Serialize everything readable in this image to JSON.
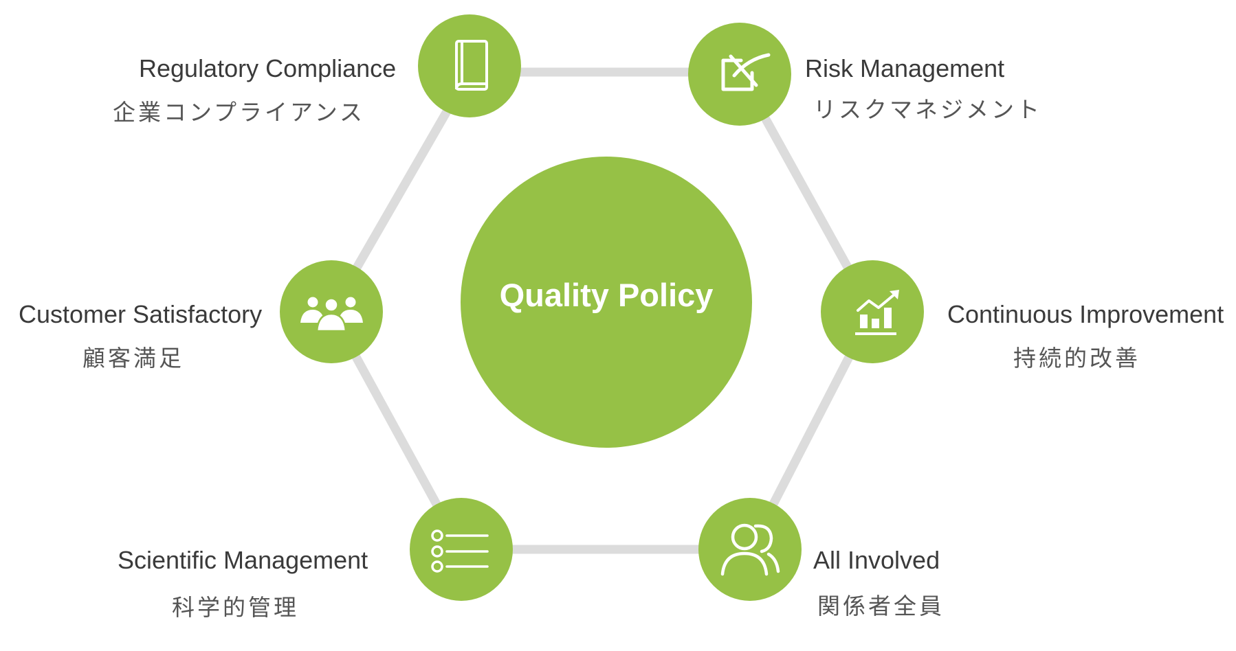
{
  "center": {
    "title": "Quality Policy"
  },
  "colors": {
    "green": "#96c146",
    "connector": "#dcdcdc",
    "icon": "#ffffff",
    "text_en": "#3a3a3a",
    "text_jp": "#555555"
  },
  "nodes": [
    {
      "id": "regulatory-compliance",
      "icon": "book-icon",
      "label_en": "Regulatory Compliance",
      "label_jp": "企業コンプライアンス"
    },
    {
      "id": "risk-management",
      "icon": "crossed-box-icon",
      "label_en": "Risk Management",
      "label_jp": "リスクマネジメント"
    },
    {
      "id": "continuous-improvement",
      "icon": "growth-chart-icon",
      "label_en": "Continuous Improvement",
      "label_jp": "持続的改善"
    },
    {
      "id": "all-involved",
      "icon": "people-outline-icon",
      "label_en": "All Involved",
      "label_jp": "関係者全員"
    },
    {
      "id": "scientific-management",
      "icon": "checklist-icon",
      "label_en": "Scientific Management",
      "label_jp": "科学的管理"
    },
    {
      "id": "customer-satisfactory",
      "icon": "customers-group-icon",
      "label_en": "Customer Satisfactory",
      "label_jp": "顧客満足"
    }
  ]
}
